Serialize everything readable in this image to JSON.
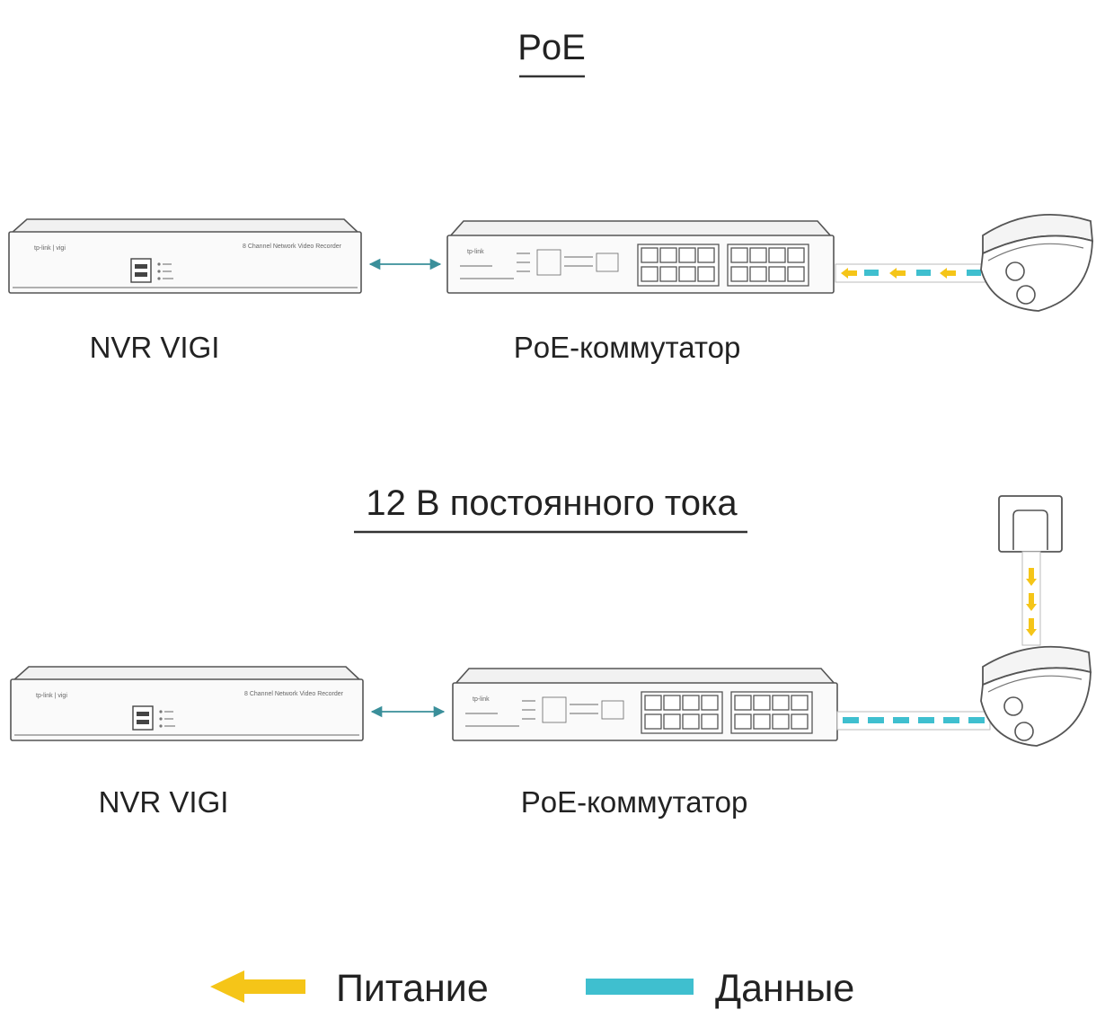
{
  "sections": [
    {
      "title": "PoE",
      "nvr_label": "NVR VIGI",
      "switch_label": "PoE-коммутатор",
      "nvr_brand": "tp-link | vigi",
      "nvr_model_text": "8 Channel Network Video Recorder",
      "switch_brand": "tp-link"
    },
    {
      "title": "12 В постоянного тока",
      "nvr_label": "NVR VIGI",
      "switch_label": "PoE-коммутатор",
      "nvr_brand": "tp-link | vigi",
      "nvr_model_text": "8 Channel Network Video Recorder",
      "switch_brand": "tp-link"
    }
  ],
  "legend": {
    "power_label": "Питание",
    "data_label": "Данные"
  },
  "colors": {
    "power": "#f5c518",
    "data": "#3fbfcf",
    "link": "#3a8f9a",
    "outline": "#555555"
  }
}
